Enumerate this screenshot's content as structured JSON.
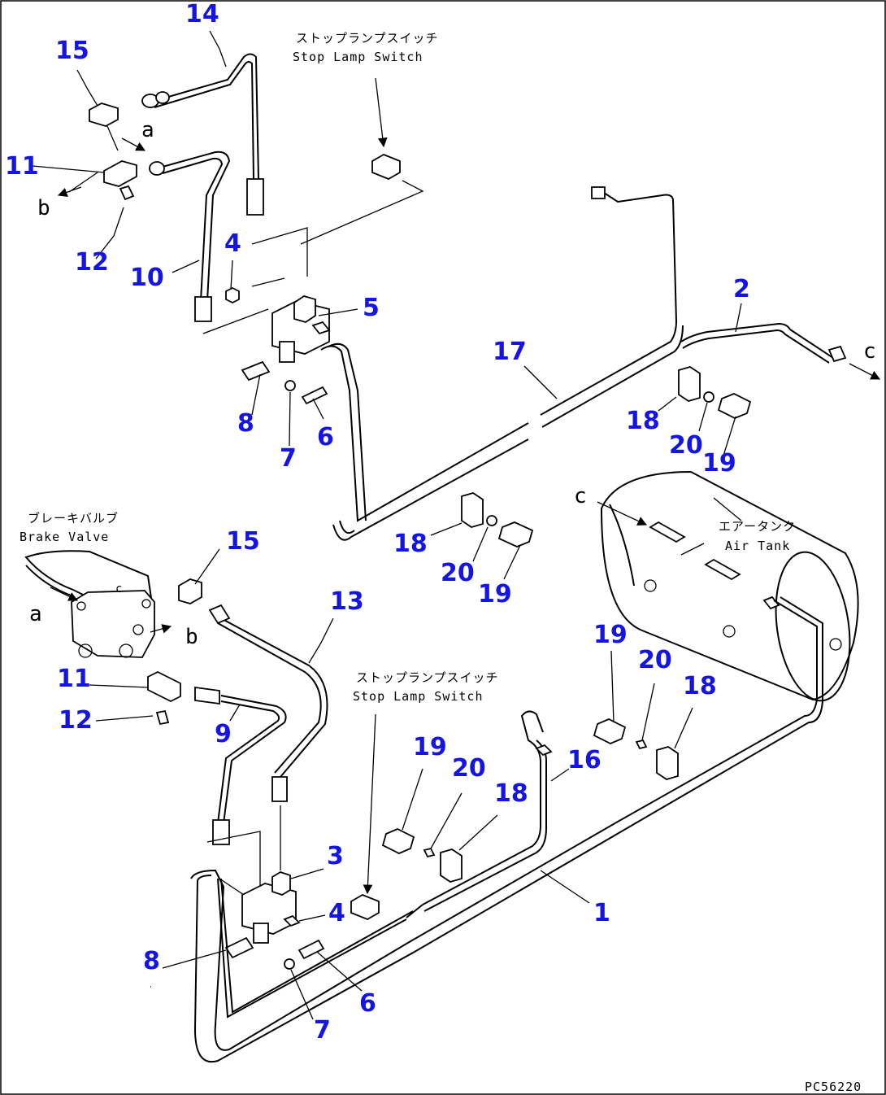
{
  "colors": {
    "part_number": "#1414e6",
    "line": "#000000",
    "background": "#ffffff"
  },
  "part_numbers": {
    "p14": "14",
    "p15_top": "15",
    "p11_top": "11",
    "p12_top": "12",
    "p10": "10",
    "p4_top": "4",
    "p5": "5",
    "p8_top": "8",
    "p7_top": "7",
    "p6_top": "6",
    "p17": "17",
    "p2": "2",
    "p18_a": "18",
    "p20_a": "20",
    "p19_a": "19",
    "p18_b": "18",
    "p20_b": "20",
    "p19_b": "19",
    "p15_bot": "15",
    "p13": "13",
    "p11_bot": "11",
    "p12_bot": "12",
    "p9": "9",
    "p19_c": "19",
    "p20_c": "20",
    "p18_c": "18",
    "p19_d": "19",
    "p20_d": "20",
    "p18_d": "18",
    "p16": "16",
    "p3": "3",
    "p4_bot": "4",
    "p1": "1",
    "p8_bot": "8",
    "p6_bot": "6",
    "p7_bot": "7"
  },
  "letters": {
    "a_top": "a",
    "b_top": "b",
    "c_right": "c",
    "c_tank": "c",
    "a_bot": "a",
    "b_bot": "b",
    "c_valve": "c"
  },
  "captions": {
    "stop_lamp_top_jp": "ストップランプスイッチ",
    "stop_lamp_top_en": "Stop Lamp Switch",
    "brake_valve_jp": "ブレーキバルブ",
    "brake_valve_en": "Brake Valve",
    "air_tank_jp": "エアータンク",
    "air_tank_en": "Air Tank",
    "stop_lamp_bot_jp": "ストップランプスイッチ",
    "stop_lamp_bot_en": "Stop Lamp Switch"
  },
  "figure_code": "PC56220"
}
